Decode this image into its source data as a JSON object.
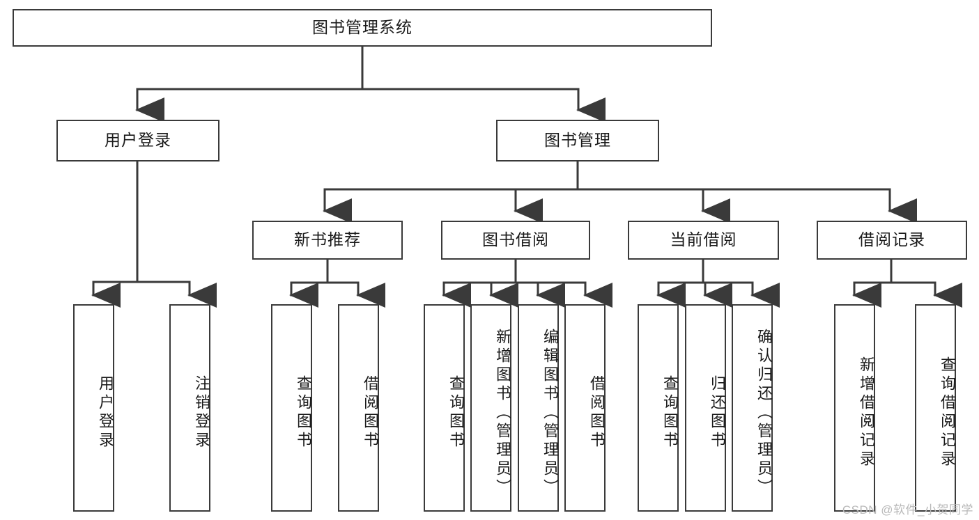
{
  "diagram": {
    "title": "图书管理系统",
    "root": {
      "label": "图书管理系统"
    },
    "level1": [
      {
        "label": "用户登录"
      },
      {
        "label": "图书管理"
      }
    ],
    "level2": [
      {
        "label": "新书推荐"
      },
      {
        "label": "图书借阅"
      },
      {
        "label": "当前借阅"
      },
      {
        "label": "借阅记录"
      }
    ],
    "leaves": {
      "user_login": [
        {
          "label": "用户登录"
        },
        {
          "label": "注销登录"
        }
      ],
      "new_book": [
        {
          "label": "查询图书"
        },
        {
          "label": "借阅图书"
        }
      ],
      "borrow_book": [
        {
          "label": "查询图书"
        },
        {
          "label": "新增图书（管理员）"
        },
        {
          "label": "编辑图书（管理员）"
        },
        {
          "label": "借阅图书"
        }
      ],
      "current_borrow": [
        {
          "label": "查询图书"
        },
        {
          "label": "归还图书"
        },
        {
          "label": "确认归还（管理员）"
        }
      ],
      "borrow_record": [
        {
          "label": "新增借阅记录"
        },
        {
          "label": "查询借阅记录"
        }
      ]
    }
  },
  "watermark": {
    "text": "CSDN @软件_小贺同学"
  },
  "colors": {
    "border": "#3a3a3a",
    "text": "#1a1a1a",
    "background": "#ffffff",
    "watermark": "#b9b9b9"
  }
}
